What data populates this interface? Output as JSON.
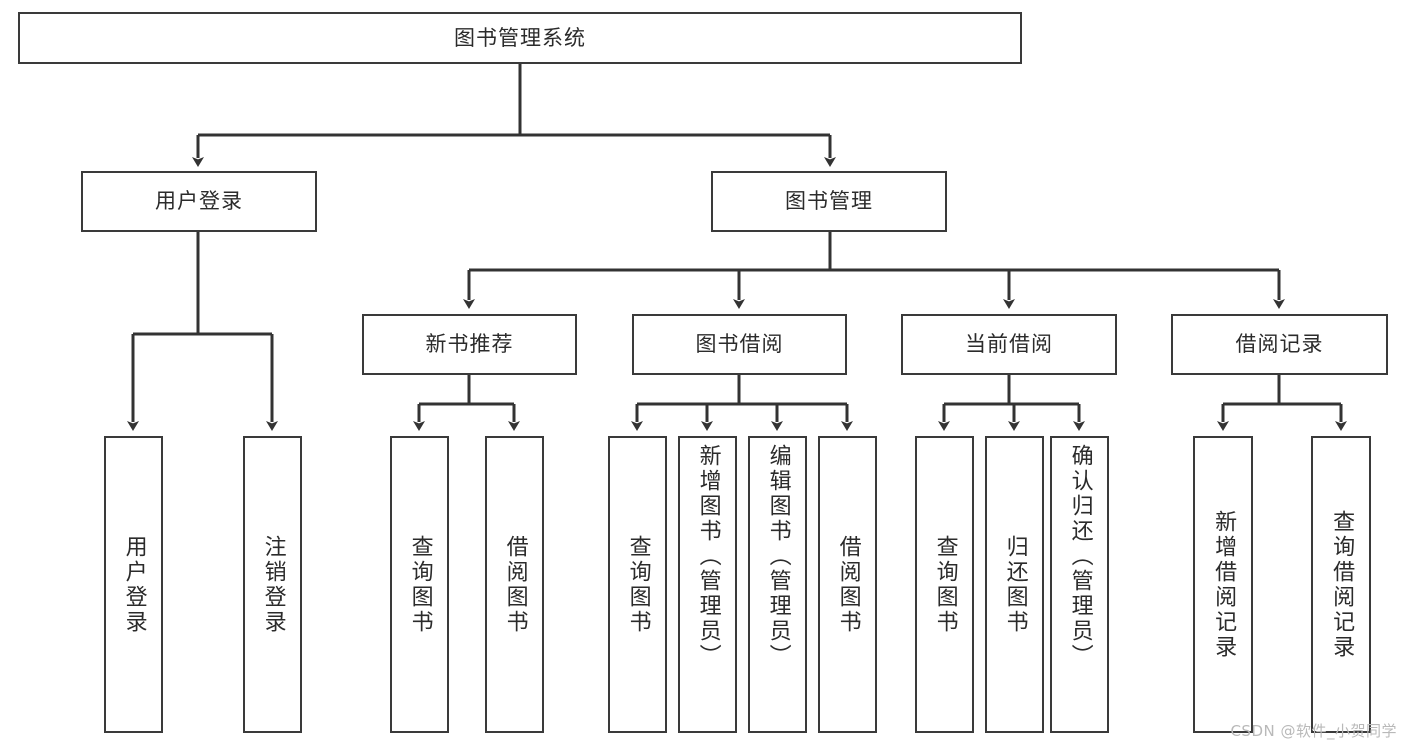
{
  "diagram": {
    "title": "图书管理系统",
    "watermark": "CSDN @软件_小贺同学",
    "colors": {
      "box_border": "#3a3a3a",
      "edge": "#333333",
      "background": "#ffffff",
      "text": "#2b2b2b",
      "watermark": "#b9b9b9"
    },
    "nodes": {
      "root": {
        "label": "图书管理系统"
      },
      "level2": [
        {
          "label": "用户登录"
        },
        {
          "label": "图书管理"
        }
      ],
      "level3": [
        {
          "label": "新书推荐"
        },
        {
          "label": "图书借阅"
        },
        {
          "label": "当前借阅"
        },
        {
          "label": "借阅记录"
        }
      ],
      "leaves": [
        {
          "label": "用户登录"
        },
        {
          "label": "注销登录"
        },
        {
          "label": "查询图书"
        },
        {
          "label": "借阅图书"
        },
        {
          "label": "查询图书"
        },
        {
          "label": "新增图书（管理员）"
        },
        {
          "label": "编辑图书（管理员）"
        },
        {
          "label": "借阅图书"
        },
        {
          "label": "查询图书"
        },
        {
          "label": "归还图书"
        },
        {
          "label": "确认归还（管理员）"
        },
        {
          "label": "新增借阅记录"
        },
        {
          "label": "查询借阅记录"
        }
      ]
    },
    "structure": {
      "图书管理系统": [
        "用户登录",
        "图书管理"
      ],
      "用户登录": [
        "用户登录",
        "注销登录"
      ],
      "图书管理": [
        "新书推荐",
        "图书借阅",
        "当前借阅",
        "借阅记录"
      ],
      "新书推荐": [
        "查询图书",
        "借阅图书"
      ],
      "图书借阅": [
        "查询图书",
        "新增图书（管理员）",
        "编辑图书（管理员）",
        "借阅图书"
      ],
      "当前借阅": [
        "查询图书",
        "归还图书",
        "确认归还（管理员）"
      ],
      "借阅记录": [
        "新增借阅记录",
        "查询借阅记录"
      ]
    }
  }
}
